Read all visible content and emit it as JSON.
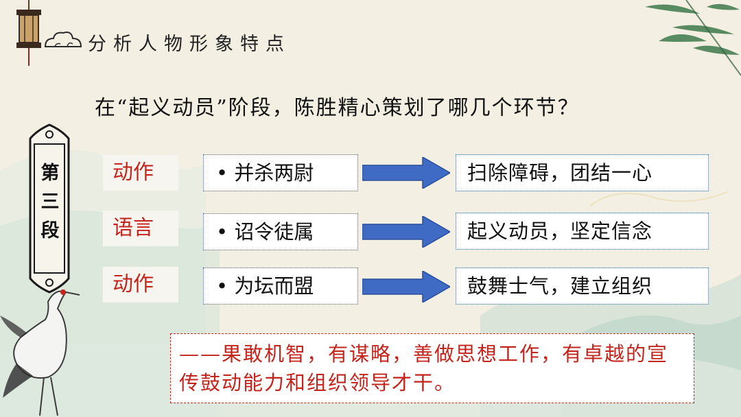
{
  "header": {
    "title": "分析人物形象特点"
  },
  "question": "在“起义动员”阶段，陈胜精心策划了哪几个环节？",
  "section_label": [
    "第",
    "三",
    "段"
  ],
  "rows": [
    {
      "tag": "动作",
      "action": "• 并杀两尉",
      "result": "扫除障碍，团结一心"
    },
    {
      "tag": "语言",
      "action": "• 诏令徒属",
      "result": "起义动员，坚定信念"
    },
    {
      "tag": "动作",
      "action": "• 为坛而盟",
      "result": "鼓舞士气，建立组织"
    }
  ],
  "summary": "——果敢机智，有谋略，善做思想工作，有卓越的宣传鼓动能力和组织领导才干。",
  "colors": {
    "accent_red": "#c4241c",
    "arrow_blue": "#3f6bc4",
    "border_blue": "#3a5fb0",
    "background": "#f3efe2"
  }
}
